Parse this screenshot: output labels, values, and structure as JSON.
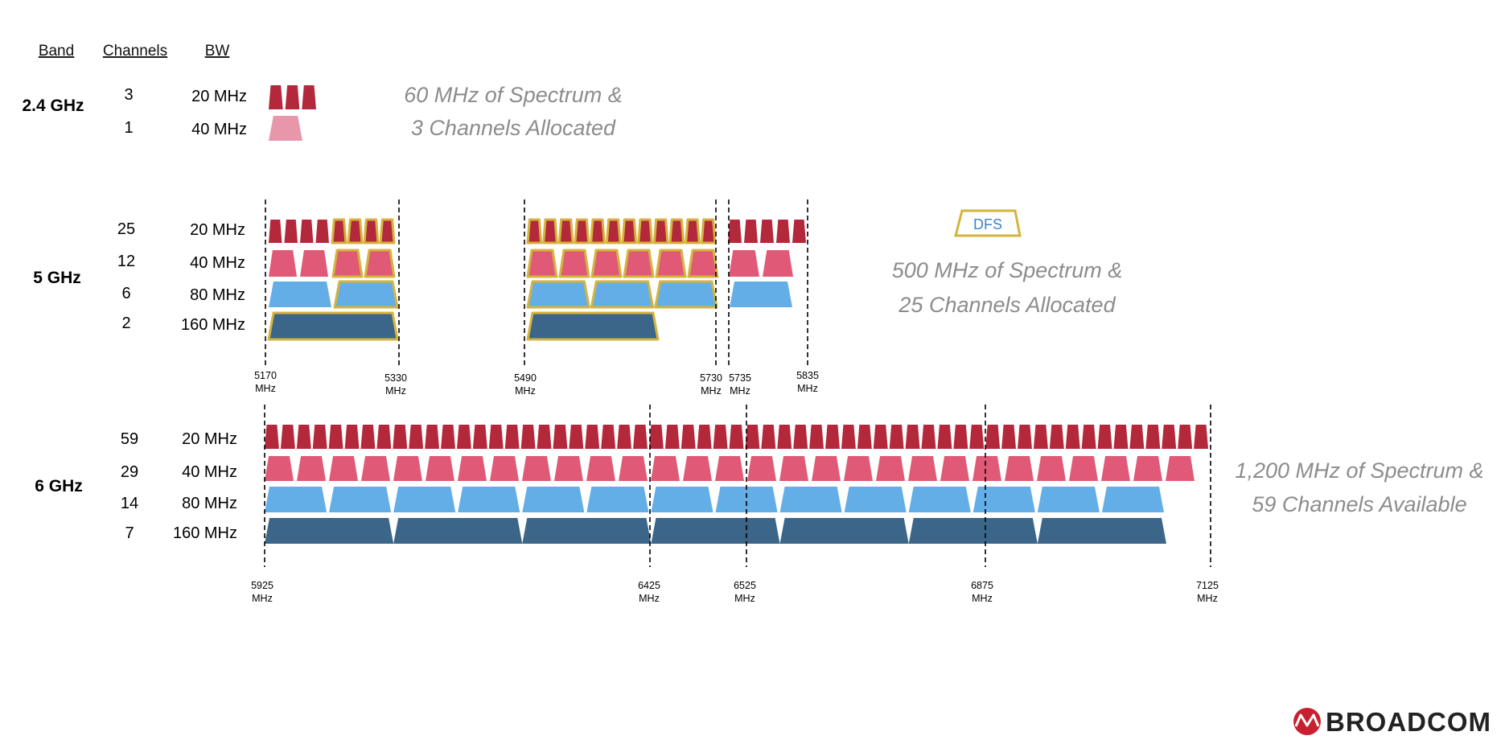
{
  "headers": {
    "band": "Band",
    "channels": "Channels",
    "bw": "BW"
  },
  "colors": {
    "ch20": "#b3283a",
    "ch40": "#e05a78",
    "ch40_light": "#e897ab",
    "ch80": "#64aee8",
    "ch160": "#3b6689",
    "dfs_outline": "#d4b43c",
    "summary_text": "#8c8c8c",
    "logo_red": "#c8202f"
  },
  "bands": [
    {
      "name": "2.4 GHz",
      "rows": [
        {
          "channels": "3",
          "bw": "20 MHz"
        },
        {
          "channels": "1",
          "bw": "40 MHz"
        }
      ],
      "summary": [
        "60 MHz of Spectrum &",
        "3 Channels Allocated"
      ]
    },
    {
      "name": "5 GHz",
      "rows": [
        {
          "channels": "25",
          "bw": "20 MHz"
        },
        {
          "channels": "12",
          "bw": "40 MHz"
        },
        {
          "channels": "6",
          "bw": "80 MHz"
        },
        {
          "channels": "2",
          "bw": "160 MHz"
        }
      ],
      "summary": [
        "500 MHz of Spectrum &",
        "25 Channels Allocated"
      ],
      "freq_labels": [
        {
          "value": "5170",
          "unit": "MHz"
        },
        {
          "value": "5330",
          "unit": "MHz"
        },
        {
          "value": "5490",
          "unit": "MHz"
        },
        {
          "value": "5730",
          "unit": "MHz"
        },
        {
          "value": "5735",
          "unit": "MHz"
        },
        {
          "value": "5835",
          "unit": "MHz"
        }
      ]
    },
    {
      "name": "6 GHz",
      "rows": [
        {
          "channels": "59",
          "bw": "20 MHz"
        },
        {
          "channels": "29",
          "bw": "40 MHz"
        },
        {
          "channels": "14",
          "bw": "80 MHz"
        },
        {
          "channels": "7",
          "bw": "160 MHz"
        }
      ],
      "summary": [
        "1,200 MHz of Spectrum &",
        "59 Channels Available"
      ],
      "freq_labels": [
        {
          "value": "5925",
          "unit": "MHz"
        },
        {
          "value": "6425",
          "unit": "MHz"
        },
        {
          "value": "6525",
          "unit": "MHz"
        },
        {
          "value": "6875",
          "unit": "MHz"
        },
        {
          "value": "7125",
          "unit": "MHz"
        }
      ]
    }
  ],
  "legend": {
    "dfs_label": "DFS"
  },
  "logo": {
    "text": "BROADCOM",
    "icon": "broadcom-logo-icon"
  },
  "counts": {
    "b24": {
      "c20": 3,
      "c40": 1
    },
    "b5_low": {
      "c20_plain": 4,
      "c20_dfs": 4,
      "c40_plain": 2,
      "c40_dfs": 2,
      "c80_plain": 1,
      "c80_dfs": 1,
      "c160_dfs": 1
    },
    "b5_mid": {
      "c20_dfs": 12,
      "c40_dfs": 6,
      "c80_dfs": 3,
      "c160_dfs": 1
    },
    "b5_high": {
      "c20": 5,
      "c40": 2,
      "c80": 1
    },
    "b6": {
      "c20": 59,
      "c40": 29,
      "c80": 14,
      "c160": 7
    }
  }
}
